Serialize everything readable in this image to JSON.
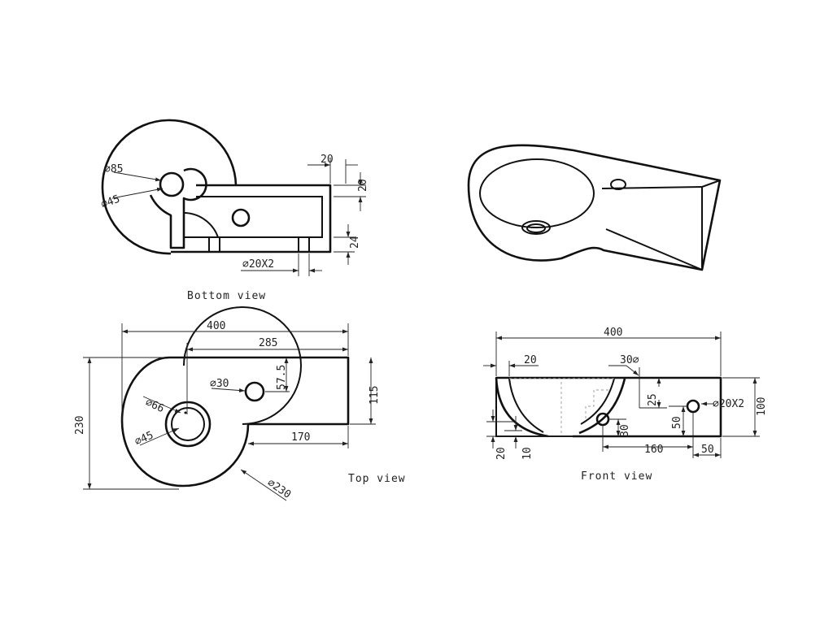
{
  "views": {
    "bottom": {
      "caption": "Bottom view"
    },
    "top": {
      "caption": "Top view"
    },
    "front": {
      "caption": "Front view"
    },
    "iso": {
      "caption": ""
    }
  },
  "dimensions": {
    "bottom": {
      "d85": "85",
      "d45": "45",
      "w20": "20",
      "h20": "20",
      "h24": "24",
      "holes": "20X2"
    },
    "top": {
      "width": "400",
      "w285": "285",
      "height": "230",
      "h115": "115",
      "h57": "57.5",
      "d30": "30",
      "d66": "66",
      "d45": "45",
      "w170": "170",
      "d230": "230"
    },
    "front": {
      "width": "400",
      "w20": "20",
      "d30": "30",
      "h25": "25",
      "holes": "20X2",
      "h100": "100",
      "h50": "50",
      "h30": "30",
      "w160": "160",
      "w50": "50",
      "h20": "20",
      "h10": "10"
    }
  },
  "symbols": {
    "diameter": "⌀"
  },
  "colors": {
    "line": "#111111",
    "hidden": "#999999",
    "text": "#222222"
  }
}
